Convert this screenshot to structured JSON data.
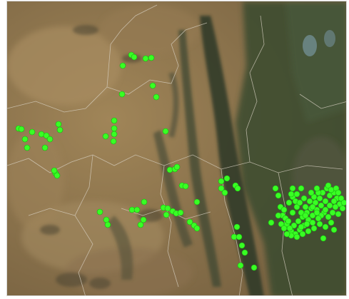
{
  "map": {
    "type": "satellite",
    "terrain_colors": {
      "plateau": "#8b7350",
      "dry_plain": "#9a8258",
      "ridge_dark": "#3e4a30",
      "forest": "#35442d",
      "valley": "#6b6244",
      "lake": "#6f8a8c",
      "boundary": "#d9d2c4"
    },
    "marker": {
      "fill": "#39ff24",
      "stroke": "#18a80f",
      "shape": "circle"
    },
    "marker_groups": [
      "north-central",
      "west",
      "central",
      "south-central",
      "east-cluster"
    ]
  }
}
